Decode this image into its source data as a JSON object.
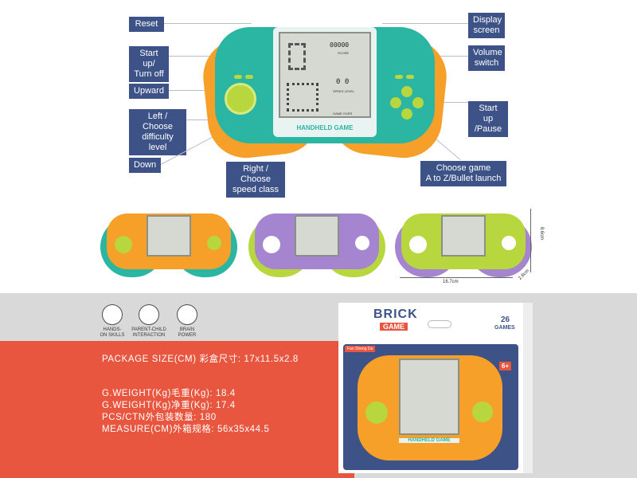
{
  "callouts": {
    "reset": "Reset",
    "startup": "Start up/\nTurn off",
    "upward": "Upward",
    "left_choose": "Left / Choose\ndifficulty level",
    "down": "Down",
    "right_choose": "Right / Choose\nspeed class",
    "display": "Display\nscreen",
    "volume": "Volume\nswitch",
    "startup_pause": "Start up\n/Pause",
    "choose_game": "Choose game\nA to Z/Bullet launch"
  },
  "device": {
    "label": "HANDHELD GAME",
    "screen": {
      "score_digits": "00000",
      "score_label": "SCORE",
      "level_digits": "0 0",
      "level_label": "SPEED LEVEL",
      "status": "GAME OVER"
    }
  },
  "dimensions": {
    "width": "16.7cm",
    "height": "8.6cm",
    "depth": "2.8cm"
  },
  "features": [
    {
      "icon": "hand-icon",
      "label": "HANDS-\nON SKILLS"
    },
    {
      "icon": "parent-child-icon",
      "label": "PARENT-CHILD\nINTERACTION"
    },
    {
      "icon": "brain-icon",
      "label": "BRAIN\nPOWER"
    }
  ],
  "specs": {
    "package_size": "PACKAGE SIZE(CM) 彩盒尺寸: 17x11.5x2.8",
    "gross_weight": "G.WEIGHT(Kg)毛重(Kg): 18.4",
    "net_weight": "G.WEIGHT(Kg)净重(Kg): 17.4",
    "pcs_ctn": "PCS/CTN外包装数量: 180",
    "measure": "MEASURE(CM)外箱规格: 56x35x44.5"
  },
  "box": {
    "title_top": "BRICK",
    "title_bottom": "GAME",
    "games_count": "26",
    "games_label": "GAMES",
    "brand": "Fan Sheng Da",
    "age": "6+",
    "device_label": "HANDHELD GAME"
  },
  "colors": {
    "callout_bg": "#3d5388",
    "teal": "#2bb5a3",
    "orange": "#f6a02a",
    "purple": "#a585cf",
    "lime": "#b8d63e",
    "red_band": "#e8563f",
    "grey_band": "#d9d9d9"
  }
}
